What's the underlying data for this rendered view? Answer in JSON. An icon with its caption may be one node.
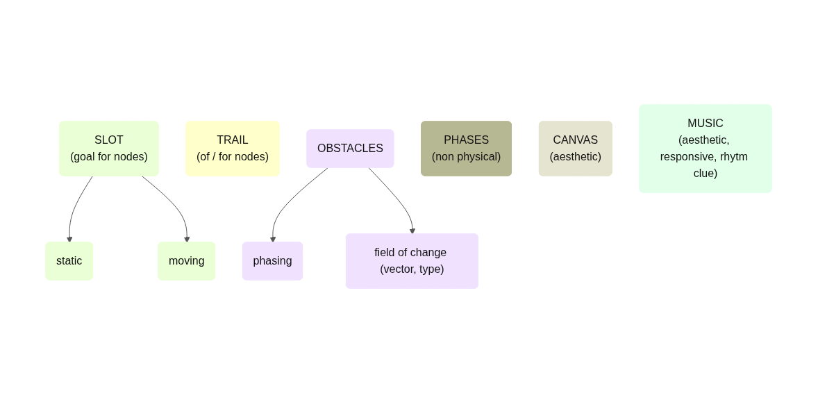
{
  "diagram": {
    "nodes": [
      {
        "text": [
          "SLOT",
          "(goal for nodes)"
        ]
      },
      {
        "text": [
          "static"
        ]
      },
      {
        "text": [
          "moving"
        ]
      },
      {
        "text": [
          "TRAIL",
          "(of / for nodes)"
        ]
      },
      {
        "text": [
          "OBSTACLES"
        ]
      },
      {
        "text": [
          "phasing"
        ]
      },
      {
        "text": [
          "field of change (vector, type)"
        ]
      },
      {
        "text": [
          "PHASES",
          "(non physical)"
        ]
      },
      {
        "text": [
          "CANVAS",
          "(aesthetic)"
        ]
      },
      {
        "text": [
          "MUSIC",
          "(aesthetic, responsive, rhytm clue)"
        ]
      }
    ],
    "edges": [
      {
        "from": 0,
        "to": 1,
        "arrow": "to"
      },
      {
        "from": 0,
        "to": 2,
        "arrow": "to"
      },
      {
        "from": 4,
        "to": 5,
        "arrow": "to"
      },
      {
        "from": 4,
        "to": 6,
        "arrow": "to"
      }
    ]
  }
}
